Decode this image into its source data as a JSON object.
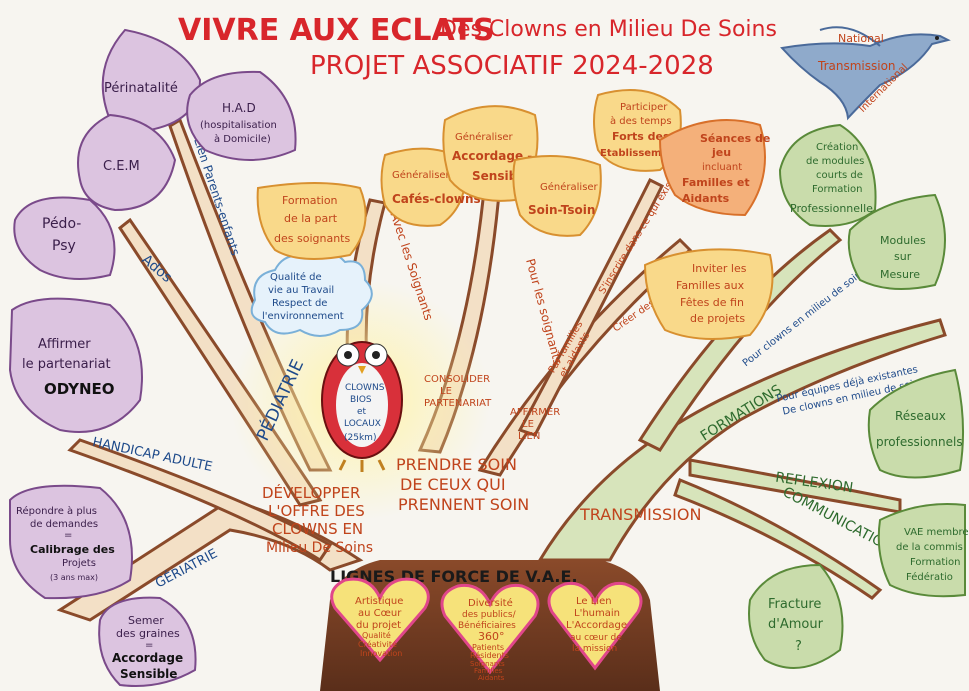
{
  "header": {
    "title": "VIVRE AUX ECLATS",
    "subtitle": "Des Clowns en Milieu De Soins",
    "project": "PROJET ASSOCIATIF 2024-2028"
  },
  "bird": {
    "lines": [
      "National",
      "Transmission",
      "International"
    ]
  },
  "trunk_title": "LIGNES DE FORCE DE V.A.E.",
  "hearts": [
    {
      "lines": [
        "Artistique",
        "au Cœur",
        "du projet",
        "Qualité",
        "Créativité",
        "Innovation"
      ]
    },
    {
      "lines": [
        "Diversité",
        "des publics/",
        "Bénéficiaires",
        "360°",
        "Patients",
        "Résidents",
        "Soignants",
        "Familles",
        "Aidants"
      ]
    },
    {
      "lines": [
        "Le Lien",
        "L'humain",
        "L'Accordage",
        "au cœur de",
        "la mission"
      ]
    }
  ],
  "owl": {
    "lines": [
      "CLOWNS",
      "BIOS",
      "et",
      "LOCAUX",
      "(25km)"
    ]
  },
  "cloud": {
    "lines": [
      "Qualité de",
      "vie au Travail",
      "Respect de",
      "l'environnement"
    ]
  },
  "branches": {
    "pediatrie": "PÉDIATRIE",
    "ados": "Ados",
    "lien_parents": "Lien Parents-enfants",
    "handicap": "HANDICAP ADULTE",
    "geriatrie": "GÉRIATRIE",
    "developper": [
      "DÉVELOPPER",
      "L'OFFRE DES",
      "CLOWNS EN",
      "Milieu De Soins"
    ],
    "avec_soignants": "Avec les Soignants",
    "consolider": [
      "CONSOLIDER",
      "LE",
      "PARTENARIAT"
    ],
    "pour_soignants": "Pour les soignants",
    "prendre_soin": [
      "PRENDRE SOIN",
      "DE CEUX QUI",
      "PRENNENT SOIN"
    ],
    "affirmer_lien": [
      "AFFIRMER",
      "LE",
      "LIEN"
    ],
    "par_familles": [
      "Par familles",
      "et aidants"
    ],
    "inscrire": "S'inscrire dans ce qui existe",
    "creer": "Créer des évènements",
    "transmission": "TRANSMISSION",
    "formations": "FORMATIONS",
    "pour_clowns": "Pour clowns en milieu de soins",
    "pour_equipes": [
      "Pour équipes déjà existantes",
      "De clowns en milieu de soins."
    ],
    "reflexion": "REFLEXION",
    "communication": "COMMUNICATION"
  },
  "leaves_purple": [
    {
      "lines": [
        "Périnatalité"
      ]
    },
    {
      "lines": [
        "H.A.D",
        "(hospitalisation",
        "à Domicile)"
      ]
    },
    {
      "lines": [
        "C.E.M"
      ]
    },
    {
      "lines": [
        "Pédo-",
        "Psy"
      ]
    },
    {
      "lines": [
        "Affirmer",
        "le partenariat",
        "ODYNEO"
      ]
    },
    {
      "lines": [
        "Répondre à plus",
        "de demandes",
        "=",
        "Calibrage des",
        "Projets",
        "(3 ans max)"
      ]
    },
    {
      "lines": [
        "Semer",
        "des graines",
        "=",
        "Accordage",
        "Sensible"
      ]
    }
  ],
  "leaves_yellow": [
    {
      "lines": [
        "Formation",
        "de la part",
        "des soignants"
      ]
    },
    {
      "lines": [
        "Généraliser",
        "Cafés-clowns"
      ]
    },
    {
      "lines": [
        "Généraliser",
        "Accordage -",
        "Sensible"
      ]
    },
    {
      "lines": [
        "Généraliser",
        "Soin-Tsoin"
      ]
    },
    {
      "lines": [
        "Participer",
        "à des temps",
        "Forts des",
        "Etablissements"
      ]
    },
    {
      "lines": [
        "Séances de",
        "jeu",
        "incluant",
        "Familles et",
        "Aidants"
      ]
    },
    {
      "lines": [
        "Inviter les",
        "Familles aux",
        "Fêtes de fin",
        "de projets"
      ]
    }
  ],
  "leaves_green": [
    {
      "lines": [
        "Création",
        "de modules",
        "courts de",
        "Formation",
        "Professionnelle"
      ]
    },
    {
      "lines": [
        "Modules",
        "sur",
        "Mesure"
      ]
    },
    {
      "lines": [
        "Réseaux",
        "professionnels"
      ]
    },
    {
      "lines": [
        "VAE membre",
        "de la commis",
        "Formation",
        "Fédératio"
      ]
    },
    {
      "lines": [
        "Fracture",
        "d'Amour",
        "?"
      ]
    }
  ],
  "colors": {
    "purple_leaf": "#dcc4e0",
    "purple_ink": "#3a1e4a",
    "yellow_leaf": "#f9d98a",
    "orange_ink": "#c0441c",
    "green_leaf": "#c9dcab",
    "green_ink": "#2e6b2e",
    "branch_fill": "#f3e0c6",
    "branch_outline": "#8a4a2a",
    "trunk": "#6e3a22",
    "title_red": "#d8262b",
    "heart_fill": "#f6e27a",
    "heart_stroke": "#e0468a"
  }
}
